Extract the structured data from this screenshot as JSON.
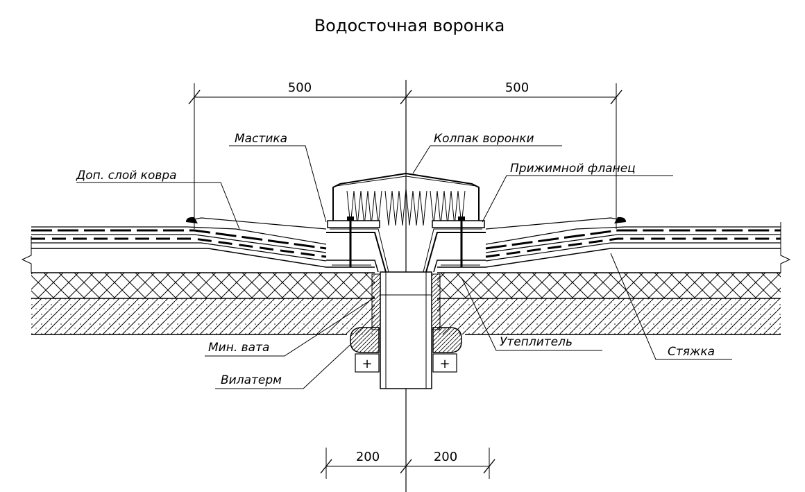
{
  "title": "Водосточная воронка",
  "dimensions": {
    "top_left": "500",
    "top_right": "500",
    "bottom_left": "200",
    "bottom_right": "200"
  },
  "labels": {
    "mastika": "Мастика",
    "kolpak": "Колпак воронки",
    "dop_sloy": "Доп. слой ковра",
    "flanets": "Прижимной фланец",
    "min_vata": "Мин. вата",
    "vilaterm": "Вилатерм",
    "uteplitel": "Утеплитель",
    "styazhka": "Стяжка"
  },
  "symbols": {
    "clamp_mark": "+"
  }
}
